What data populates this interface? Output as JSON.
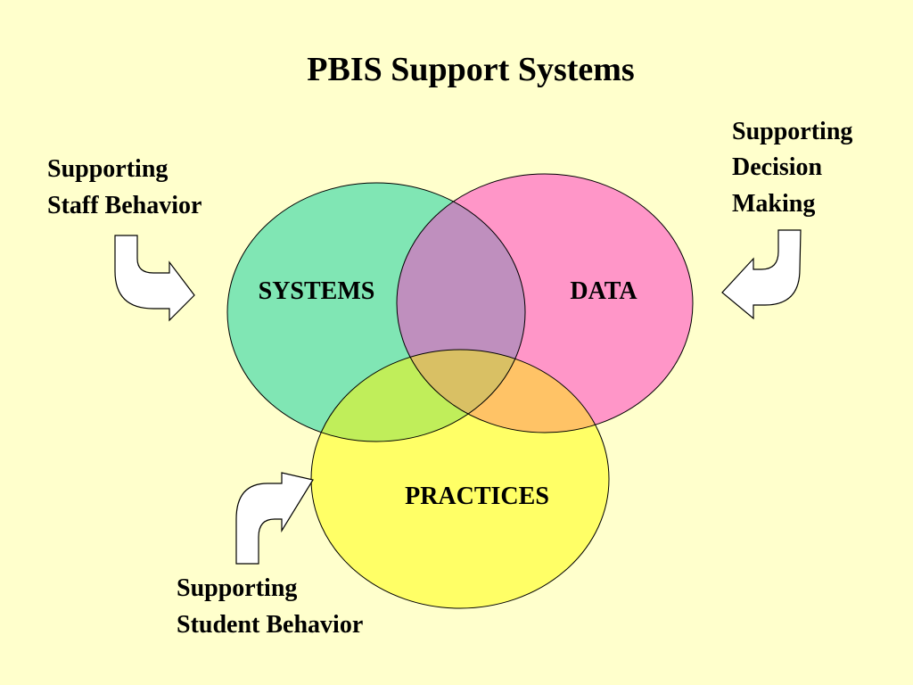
{
  "title": "PBIS Support Systems",
  "colors": {
    "background": "#FFFFCC",
    "systems_fill": "#80E6B4",
    "data_fill": "#FF96C8",
    "practices_fill": "#FFFF66",
    "systems_data_overlap": "#BF8FBE",
    "systems_practices_overlap": "#C0EE5A",
    "data_practices_overlap": "#FFC366",
    "center_overlap": "#D9C064",
    "outline": "#000000",
    "arrow_fill": "#FFFFFF"
  },
  "circles": {
    "systems": "SYSTEMS",
    "data": "DATA",
    "practices": "PRACTICES"
  },
  "labels": {
    "staff": [
      "Supporting",
      "Staff Behavior"
    ],
    "decision": [
      "Supporting",
      "Decision",
      "Making"
    ],
    "student": [
      "Supporting",
      "Student Behavior"
    ]
  }
}
